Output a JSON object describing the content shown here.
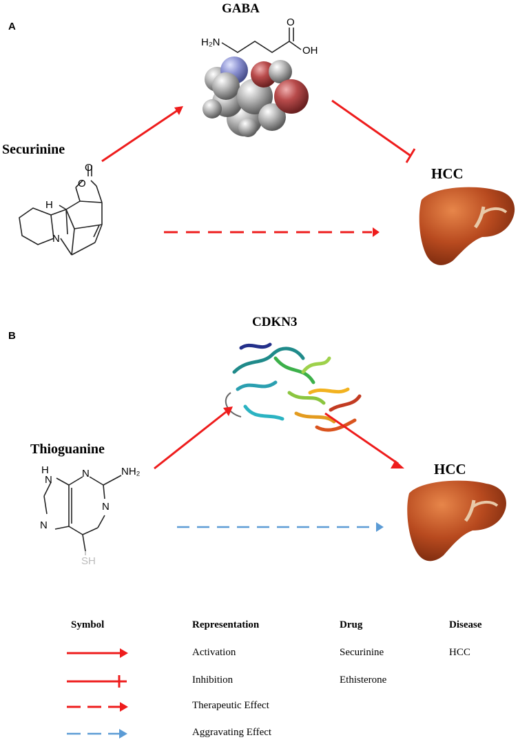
{
  "panel_a": {
    "label": "A",
    "target": "GABA",
    "drug": "Securinine",
    "disease": "HCC",
    "gaba_formula": {
      "amine": "H₂N",
      "acid_o": "O",
      "acid_oh": "OH"
    },
    "securinine_atoms": {
      "carbonyl_o": "O",
      "ring_o": "O",
      "h": "H",
      "n": "N"
    }
  },
  "panel_b": {
    "label": "B",
    "target": "CDKN3",
    "drug": "Thioguanine",
    "disease": "HCC",
    "thioguanine_atoms": {
      "nh": "H",
      "n_h": "N",
      "n1": "N",
      "n3": "N",
      "n7": "N",
      "n9": "N",
      "nh2": "NH₂",
      "sh": "SH"
    }
  },
  "legend": {
    "headers": {
      "symbol": "Symbol",
      "representation": "Representation",
      "drug": "Drug",
      "disease": "Disease"
    },
    "rows": [
      {
        "representation": "Activation",
        "drug": "Securinine",
        "disease": "HCC"
      },
      {
        "representation": "Inhibition",
        "drug": "Ethisterone",
        "disease": ""
      },
      {
        "representation": "Therapeutic Effect",
        "drug": "",
        "disease": ""
      },
      {
        "representation": "Aggravating Effect",
        "drug": "",
        "disease": ""
      }
    ]
  },
  "colors": {
    "activation": "#ee1c1c",
    "aggravating": "#5b9bd5",
    "liver_main": "#b84a1f",
    "liver_light": "#d9703a",
    "gallbladder": "#e8c9a8"
  }
}
